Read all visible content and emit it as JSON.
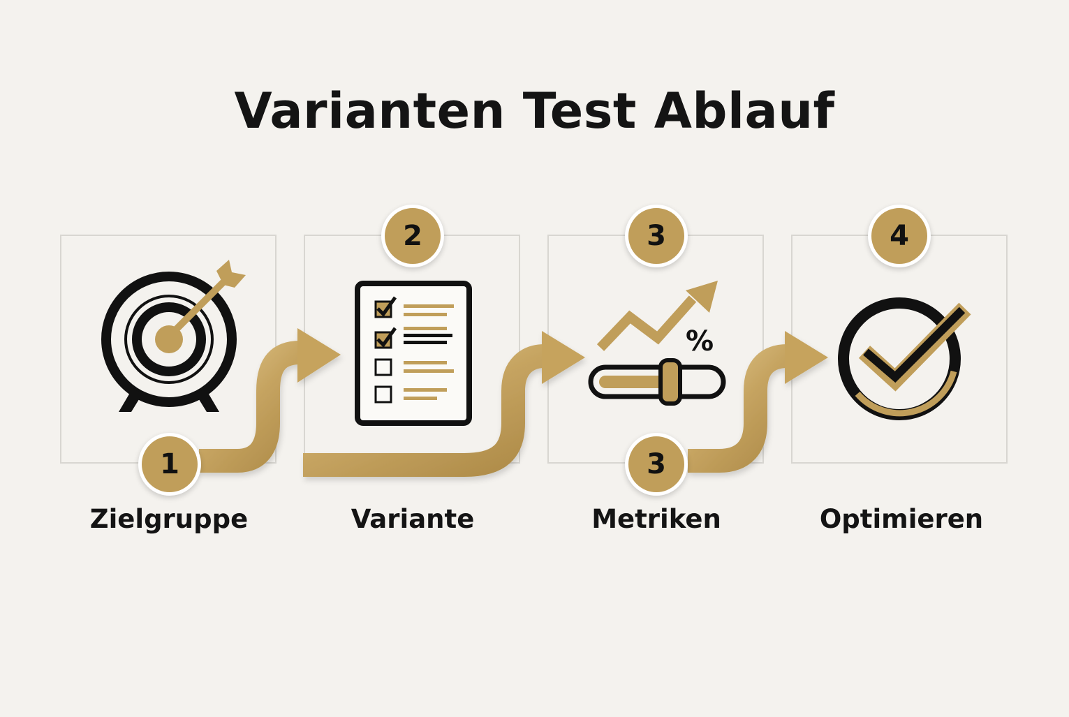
{
  "title": "Varianten Test Ablauf",
  "colors": {
    "background": "#f4f2ee",
    "gold": "#c09e5a",
    "dark": "#141414",
    "panel_border": "#d8d6d1"
  },
  "steps": [
    {
      "number": "1",
      "label": "Zielgruppe",
      "icon": "target-icon"
    },
    {
      "number": "2",
      "label": "Variante",
      "icon": "checklist-icon"
    },
    {
      "number": "3",
      "label": "Metriken",
      "icon": "metrics-icon"
    },
    {
      "number": "4",
      "label": "Optimieren",
      "icon": "check-circle-icon"
    }
  ],
  "extra_badge": {
    "number": "3"
  },
  "metrics_icon_text": "%"
}
